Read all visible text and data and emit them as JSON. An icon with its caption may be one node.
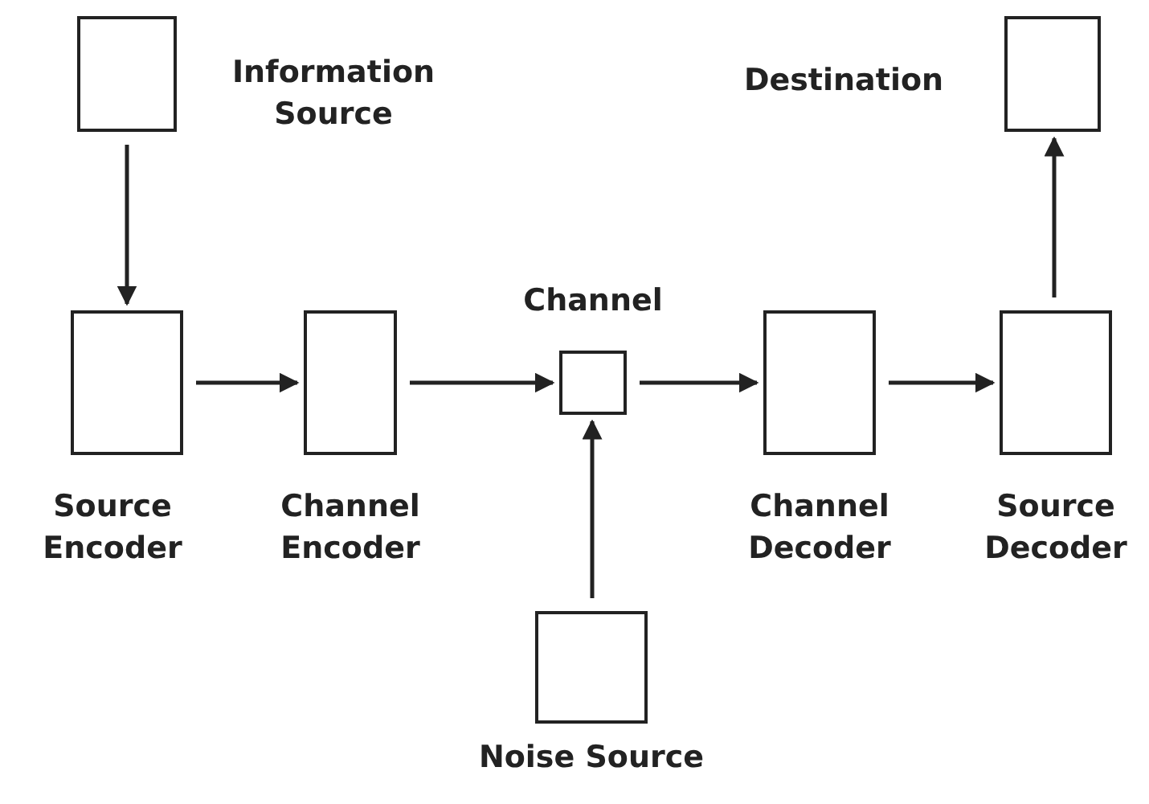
{
  "diagram": {
    "nodes": [
      {
        "text": [
          "Information Source"
        ]
      },
      {
        "text": [
          "Source Encoder"
        ]
      },
      {
        "text": [
          "Channel Encoder"
        ]
      },
      {
        "text": [
          "Channel"
        ]
      },
      {
        "text": [
          "Channel Decoder"
        ]
      },
      {
        "text": [
          "Source Decoder"
        ]
      },
      {
        "text": [
          "Destination"
        ]
      },
      {
        "text": [
          "Noise Source"
        ]
      }
    ],
    "edges": [
      {
        "from": 0,
        "to": 1,
        "arrow": "to"
      },
      {
        "from": 1,
        "to": 2,
        "arrow": "to"
      },
      {
        "from": 2,
        "to": 3,
        "arrow": "to"
      },
      {
        "from": 3,
        "to": 4,
        "arrow": "to"
      },
      {
        "from": 4,
        "to": 5,
        "arrow": "to"
      },
      {
        "from": 5,
        "to": 6,
        "arrow": "to"
      },
      {
        "from": 7,
        "to": 3,
        "arrow": "to"
      }
    ]
  }
}
